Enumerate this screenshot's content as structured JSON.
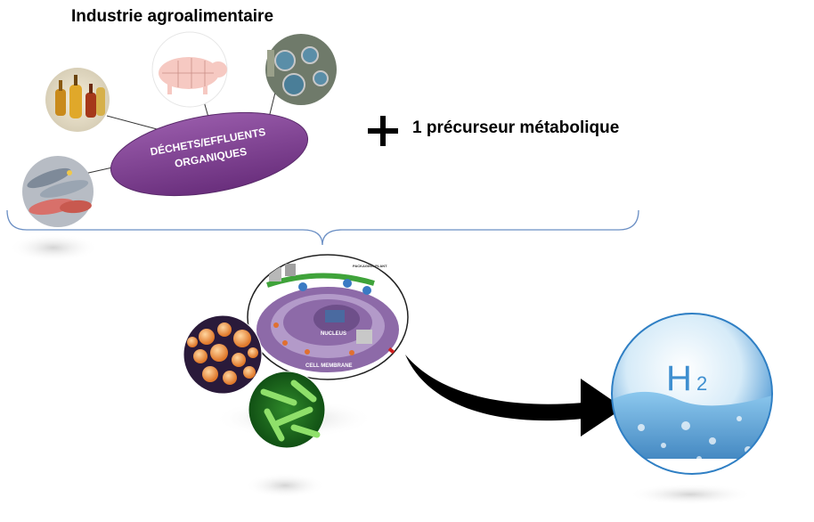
{
  "title": "Industrie agroalimentaire",
  "waste_label": {
    "line1": "DÉCHETS/EFFLUENTS",
    "line2": "ORGANIQUES"
  },
  "plus_symbol": "+",
  "precursor_text": "1 précurseur métabolique",
  "cell_labels": {
    "nucleus": "NUCLEUS",
    "membrane": "CELL MEMBRANE",
    "packaging": "PACKAGING PLANT"
  },
  "product": {
    "formula_h": "H",
    "formula_sub": "2"
  },
  "colors": {
    "ellipse": "#7b3f8c",
    "bracket": "#6b8fc4",
    "arrow": "#000000",
    "water": "#3f8fd0"
  }
}
